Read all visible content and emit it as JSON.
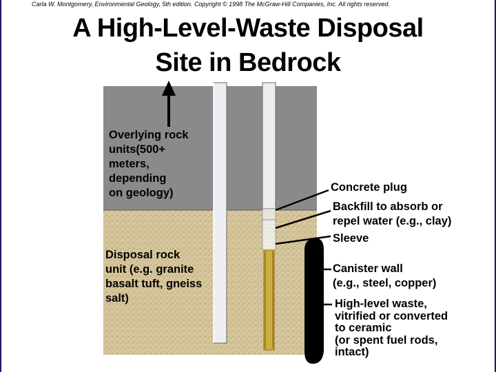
{
  "copyright": "Carla W. Montgomery, Environmental Geology, 5th edition. Copyright © 1998 The McGraw-Hill Companies, Inc. All rights reserved.",
  "title": {
    "line1": "A High-Level-Waste Disposal",
    "line2": "Site in Bedrock"
  },
  "labels": {
    "overlying": [
      "Overlying rock",
      "units(500+",
      "meters,",
      "depending",
      "on geology)"
    ],
    "disposal": [
      "Disposal rock",
      "unit (e.g. granite",
      "basalt tuft, gneiss",
      "salt)"
    ],
    "concrete_plug": "Concrete plug",
    "backfill": [
      "Backfill to absorb or",
      "repel water (e.g., clay)"
    ],
    "sleeve": "Sleeve",
    "canister": [
      "Canister wall",
      "(e.g., steel, copper)"
    ],
    "waste": [
      "High-level waste,",
      "vitrified or converted",
      "to ceramic",
      "(or spent fuel rods,",
      "intact)"
    ]
  },
  "colors": {
    "overlying_rock": "#8a8a8a",
    "disposal_rock": "#d8c79c",
    "shaft": "#eeeef2",
    "waste_fill": "#c8b040",
    "canister": "#000000",
    "border": "#1a1a6a"
  },
  "icons": {
    "upward_arrow": "arrow-up-icon"
  }
}
